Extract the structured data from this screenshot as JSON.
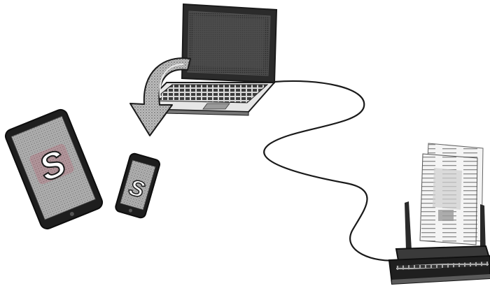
{
  "diagram": {
    "devices": [
      {
        "id": "laptop",
        "icon": "laptop-icon"
      },
      {
        "id": "tablet",
        "icon": "tablet-icon",
        "logo_letter": "S"
      },
      {
        "id": "smartphone",
        "icon": "smartphone-icon",
        "logo_letter": "S"
      },
      {
        "id": "scanner",
        "icon": "document-scanner-icon"
      }
    ],
    "connections": [
      {
        "from": "laptop",
        "to": "scanner",
        "type": "cable"
      }
    ],
    "transfer": {
      "from": "laptop",
      "to": [
        "tablet",
        "smartphone"
      ],
      "icon": "curved-arrow-icon"
    },
    "colors": {
      "ink": "#1a1a1a",
      "screen": "#3a3a3a",
      "halftone": "#8a8a8a",
      "logo_red": "#c8102e",
      "background": "#ffffff"
    }
  }
}
